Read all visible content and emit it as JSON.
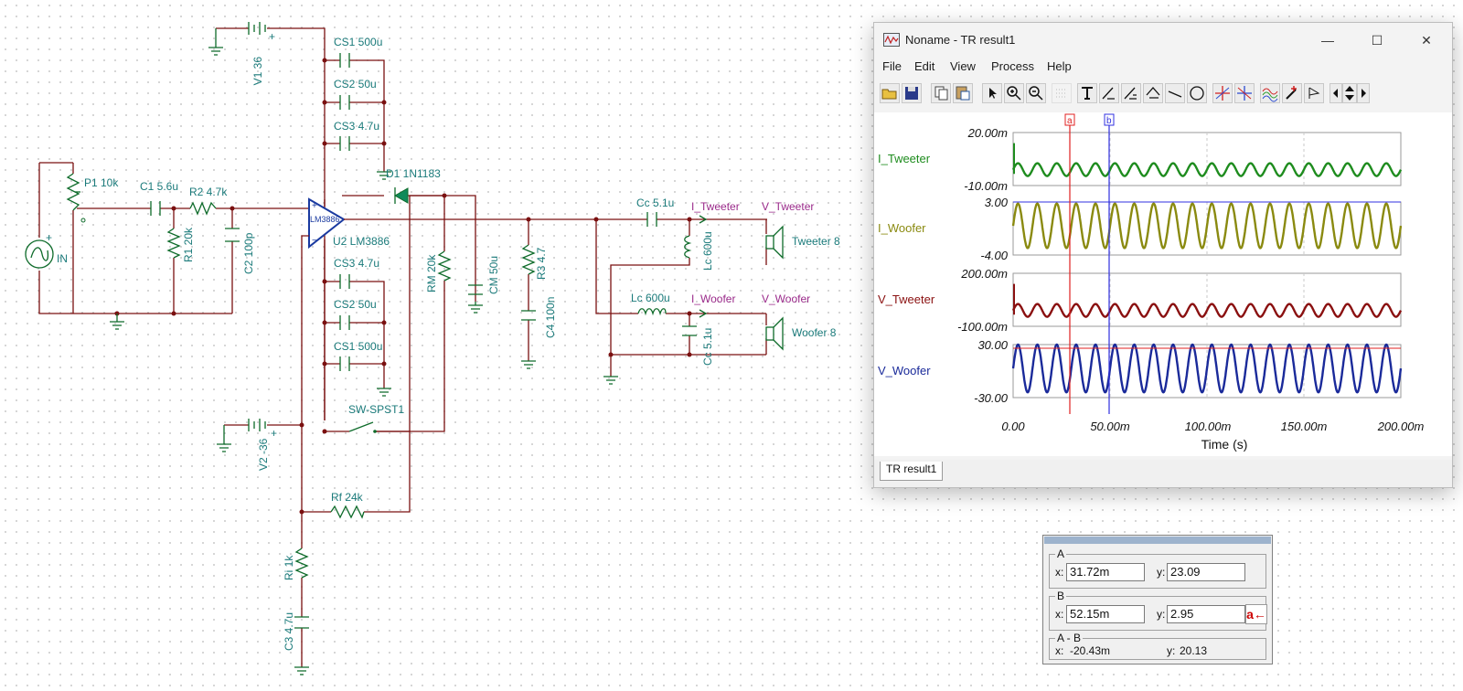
{
  "schematic": {
    "labels": {
      "v1": "V1 36",
      "cs1_top": "CS1 500u",
      "cs2_top": "CS2 50u",
      "cs3_top": "CS3 4.7u",
      "d1": "D1 1N1183",
      "p1": "P1 10k",
      "c1": "C1 5.6u",
      "r2": "R2 4.7k",
      "r1": "R1 20k",
      "c2": "C2 100p",
      "in": "IN",
      "u2_body": "LM3886",
      "u2": "U2 LM3886",
      "cs3_bot": "CS3 4.7u",
      "cs2_bot": "CS2 50u",
      "cs1_bot": "CS1 500u",
      "rm": "RM 20k",
      "cm": "CM 50u",
      "r3": "R3 4.7",
      "c4": "C4 100n",
      "cc_top": "Cc 5.1u",
      "lc_top": "Lc 600u",
      "lc_bot": "Lc 600u",
      "cc_bot": "Cc 5.1u",
      "tweeter": "Tweeter 8",
      "woofer": "Woofer 8",
      "v2": "V2 -36",
      "sw": "SW-SPST1",
      "rf": "Rf 24k",
      "ri": "Ri 1k",
      "c3": "C3 4.7u"
    },
    "net_labels": {
      "i_tweeter": "I_Tweeter",
      "v_tweeter": "V_Tweeter",
      "i_woofer": "I_Woofer",
      "v_woofer": "V_Woofer"
    }
  },
  "window": {
    "title": "Noname - TR result1",
    "menu": [
      "File",
      "Edit",
      "View",
      "Process",
      "Help"
    ],
    "controls": {
      "minimize": "—",
      "maximize": "☐",
      "close": "✕"
    },
    "tab": "TR result1",
    "x_axis_label": "Time (s)",
    "x_ticks": [
      "0.00",
      "50.00m",
      "100.00m",
      "150.00m",
      "200.00m"
    ],
    "cursor_a_label": "a",
    "cursor_b_label": "b",
    "colors": {
      "i_tweeter": "#1e8c1e",
      "i_woofer": "#8a8a10",
      "v_tweeter": "#8a1010",
      "v_woofer": "#1a2a9a",
      "cursor_a": "#e02020",
      "cursor_b": "#3030e0"
    }
  },
  "chart_data": {
    "type": "line",
    "xlabel": "Time (s)",
    "xlim": [
      0,
      0.2
    ],
    "panels": [
      {
        "name": "I_Tweeter",
        "ylim": [
          "-10.00m",
          "20.00m"
        ],
        "freq_hz": 100,
        "amplitude": "±3m",
        "offset": "0"
      },
      {
        "name": "I_Woofer",
        "ylim": [
          "-4.00",
          "3.00"
        ],
        "freq_hz": 100,
        "amplitude": "±3",
        "offset": "0"
      },
      {
        "name": "V_Tweeter",
        "ylim": [
          "-100.00m",
          "200.00m"
        ],
        "freq_hz": 100,
        "amplitude": "±20m",
        "offset": "0"
      },
      {
        "name": "V_Woofer",
        "ylim": [
          "-30.00",
          "30.00"
        ],
        "freq_hz": 100,
        "amplitude": "±25",
        "offset": "0"
      }
    ]
  },
  "cursor_panel": {
    "a_title": "A",
    "a_x_label": "x:",
    "a_x": "31.72m",
    "a_y_label": "y:",
    "a_y": "23.09",
    "b_title": "B",
    "b_x_label": "x:",
    "b_x": "52.15m",
    "b_y_label": "y:",
    "b_y": "2.95",
    "swap_label": "a←",
    "diff_title": "A - B",
    "diff_x_label": "x:",
    "diff_x": "-20.43m",
    "diff_y_label": "y:",
    "diff_y": "20.13"
  }
}
